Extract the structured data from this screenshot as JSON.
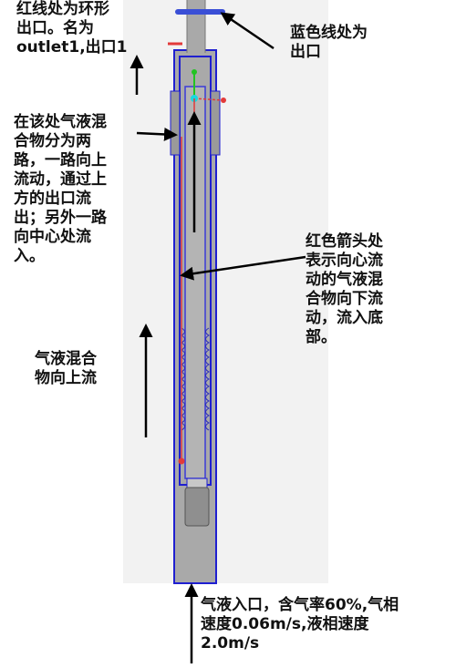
{
  "annotations": {
    "ring_outlet": "红线处为环形\n出口。名为\noutlet1,出口1",
    "blue_outlet": "蓝色线处为\n出口",
    "split_flow": "在该处气液混\n合物分为两\n路，一路向上\n流动，通过上\n方的出口流\n出；另外一路\n向中心处流\n入。",
    "red_arrow": "红色箭头处\n表示向心流\n动的气液混\n合物向下流\n动，流入底\n部。",
    "upward_flow": "气液混合\n物向上流",
    "inlet": "气液入口，含气率60%,气相\n速度0.06m/s,液相速度\n2.0m/s"
  },
  "colors": {
    "pipe_fill": "#a9a9a9",
    "pipe_light": "#c8c8c8",
    "outline_blue": "#1f1fd0",
    "outlet_blue": "#3a4fd6",
    "flow_red": "#e23a3a",
    "axis_green": "#22c422",
    "axis_cyan": "#18d8e0",
    "arrow_black": "#000000"
  }
}
